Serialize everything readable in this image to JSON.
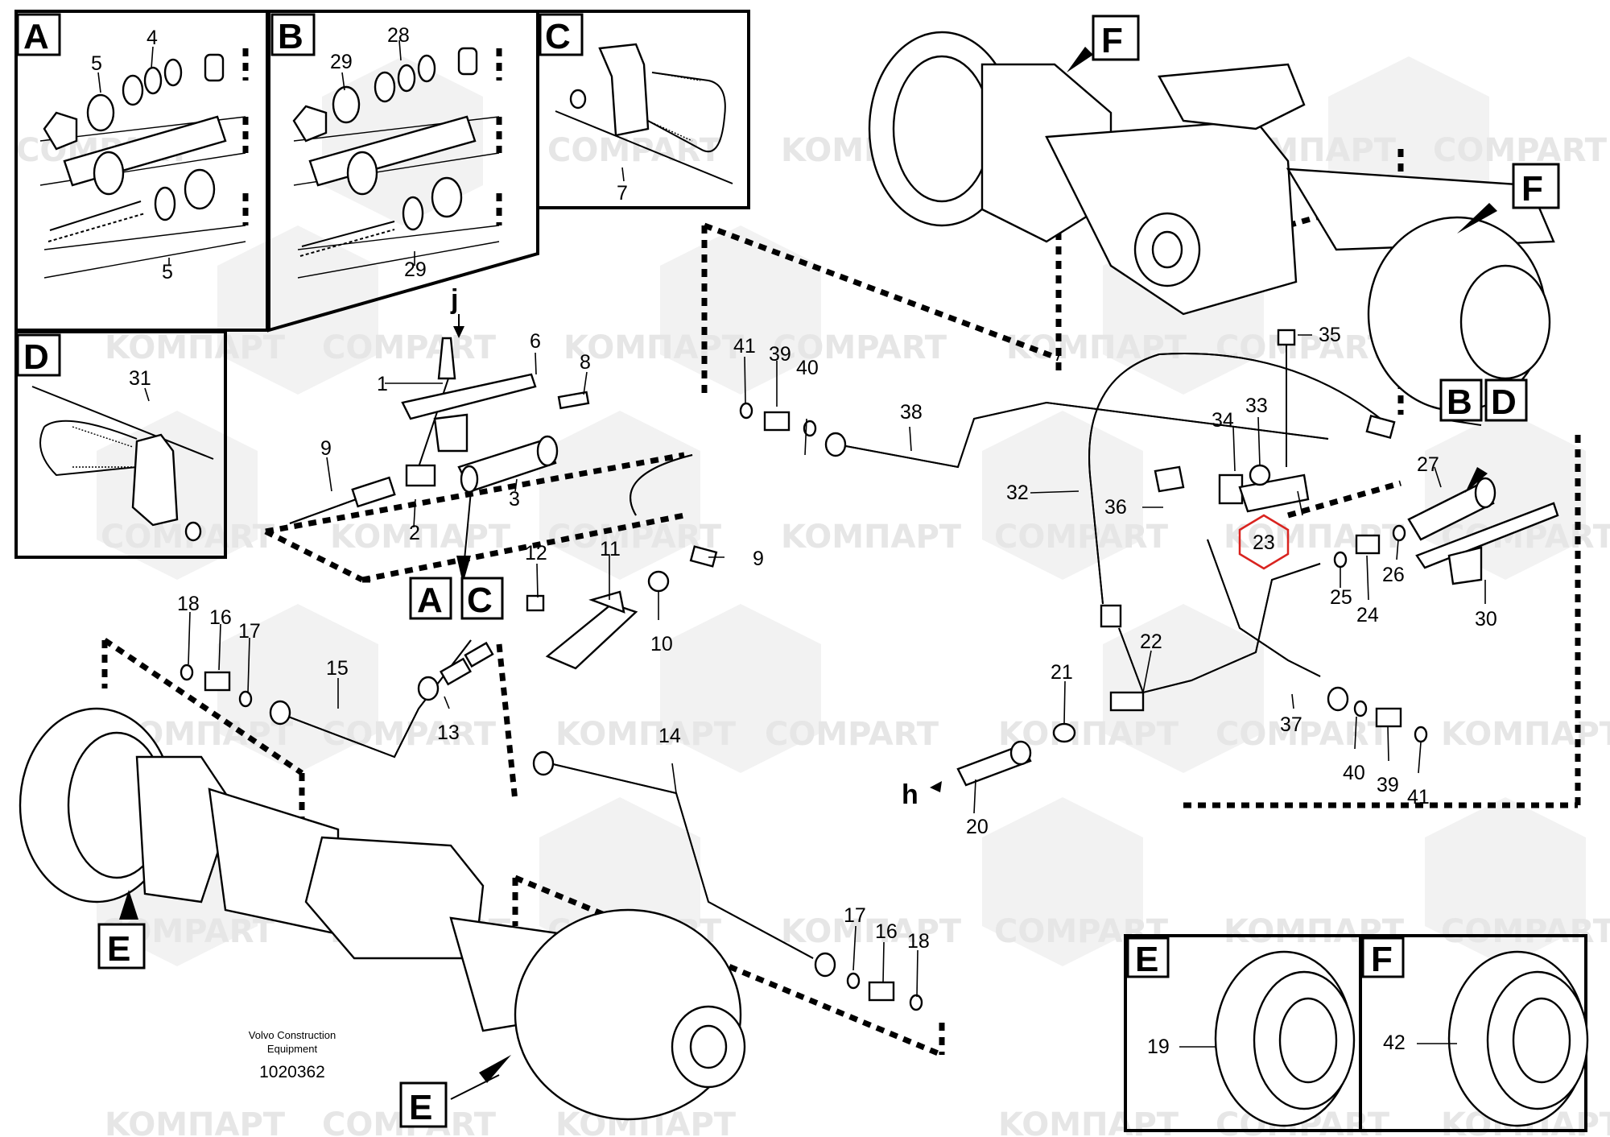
{
  "diagram": {
    "inset_labels": [
      "A",
      "B",
      "C",
      "D",
      "E",
      "F"
    ],
    "detail_refs": [
      {
        "letters": [
          "A",
          "C"
        ]
      },
      {
        "letters": [
          "B",
          "D"
        ]
      },
      {
        "letters": [
          "E"
        ]
      },
      {
        "letters": [
          "E"
        ]
      },
      {
        "letters": [
          "F"
        ]
      },
      {
        "letters": [
          "F"
        ]
      }
    ],
    "connection_labels": [
      "j",
      "h"
    ],
    "part_numbers": [
      "1",
      "2",
      "3",
      "4",
      "5",
      "5",
      "6",
      "7",
      "8",
      "9",
      "9",
      "10",
      "11",
      "12",
      "13",
      "14",
      "15",
      "16",
      "16",
      "17",
      "17",
      "18",
      "18",
      "19",
      "20",
      "21",
      "22",
      "23",
      "24",
      "25",
      "26",
      "27",
      "28",
      "29",
      "29",
      "30",
      "31",
      "32",
      "33",
      "34",
      "35",
      "36",
      "37",
      "38",
      "39",
      "39",
      "40",
      "40",
      "41",
      "41",
      "42"
    ],
    "highlight": {
      "label": "23",
      "color": "#d9231f"
    },
    "watermark": {
      "latin": "COMPART",
      "cyrillic": "KOMПAPT",
      "color": "#e3e3e3"
    },
    "footer": {
      "brand": "Volvo Construction",
      "brand_line2": "Equipment",
      "figure_number": "1020362"
    }
  }
}
